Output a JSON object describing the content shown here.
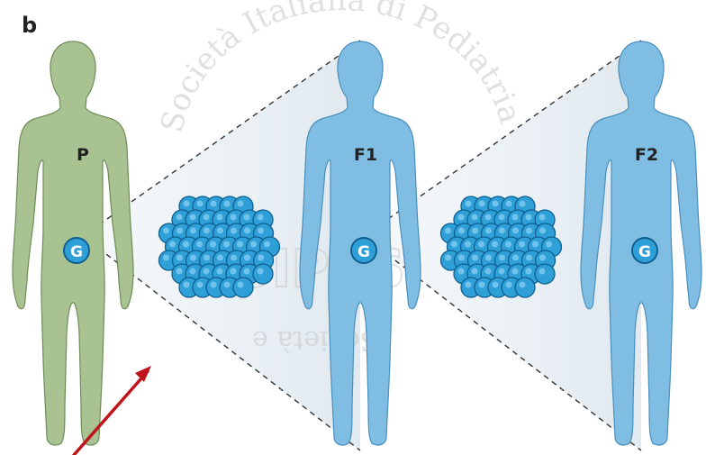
{
  "panel_label": "b",
  "colors": {
    "parent_body": "#a8c292",
    "parent_stroke": "#6f8c58",
    "offspring_body": "#7fbde3",
    "offspring_stroke": "#4a8fbd",
    "cell": "#2f9fd8",
    "cell_stroke": "#0f5f8f",
    "gamete_text": "#ffffff",
    "arrow": "#c0141c",
    "watermark": "#c8c8c8"
  },
  "figures": [
    {
      "id": "parent",
      "label": "P",
      "gamete_label": "G",
      "color": "parent"
    },
    {
      "id": "f1",
      "label": "F1",
      "gamete_label": "G",
      "color": "offspring"
    },
    {
      "id": "f2",
      "label": "F2",
      "gamete_label": "G",
      "color": "offspring"
    }
  ],
  "clusters": [
    {
      "id": "cluster-p-to-f1",
      "icon": "cell-cluster-icon"
    },
    {
      "id": "cluster-f1-to-f2",
      "icon": "cell-cluster-icon"
    }
  ],
  "annotation": {
    "icon": "red-arrow-icon"
  },
  "watermark": {
    "text_arc": "Società Italiana di Pediatria",
    "initials": "SIPPS",
    "text_lower": "Società e"
  }
}
